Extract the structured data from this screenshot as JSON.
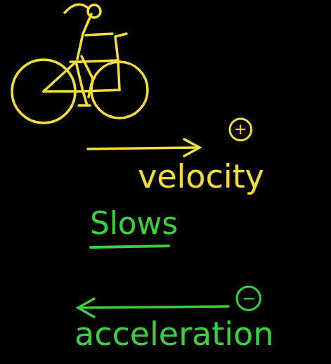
{
  "diagram": {
    "nodes": [
      {
        "text": [
          "+"
        ]
      },
      {
        "text": [
          "−"
        ]
      }
    ],
    "labels": [
      "velocity",
      "Slows",
      "acceleration"
    ]
  }
}
